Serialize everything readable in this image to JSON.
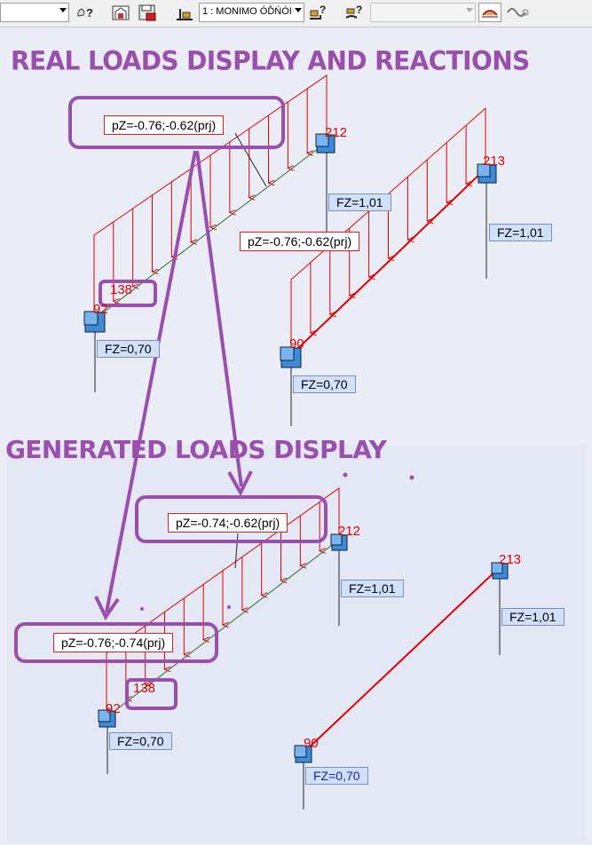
{
  "toolbar": {
    "combo_left_value": "",
    "case_combo_value": "1 : MONIMO ÓĎŃÓI",
    "disabled_combo_value": "",
    "icons": [
      "help-hand-icon",
      "gallery-icon",
      "save-view-icon",
      "structure-icon",
      "load-case-help-icon",
      "load-help-icon",
      "beam-sections-icon",
      "wave-icon"
    ]
  },
  "headings": {
    "real": "REAL LOADS DISPLAY AND REACTIONS",
    "generated": "GENERATED LOADS DISPLAY"
  },
  "real": {
    "load_labels": [
      "pZ=-0.76;-0.62(prj)",
      "pZ=-0.76;-0.62(prj)"
    ],
    "nodes": [
      "212",
      "213",
      "92",
      "90"
    ],
    "callout_number": "138",
    "reactions": [
      "FZ=1,01",
      "FZ=1,01",
      "FZ=0,70",
      "FZ=0,70"
    ]
  },
  "generated": {
    "load_labels": [
      "pZ=-0.74;-0.62(prj)",
      "pZ=-0.76;-0.74(prj)"
    ],
    "nodes": [
      "212",
      "213",
      "92",
      "90"
    ],
    "callout_number": "138",
    "reactions": [
      "FZ=1,01",
      "FZ=1,01",
      "FZ=0,70",
      "FZ=0,70"
    ]
  },
  "colors": {
    "annotation": "#9a4fae",
    "load": "#e00000",
    "support": "#4a90d9",
    "background": "#eaedf6"
  }
}
